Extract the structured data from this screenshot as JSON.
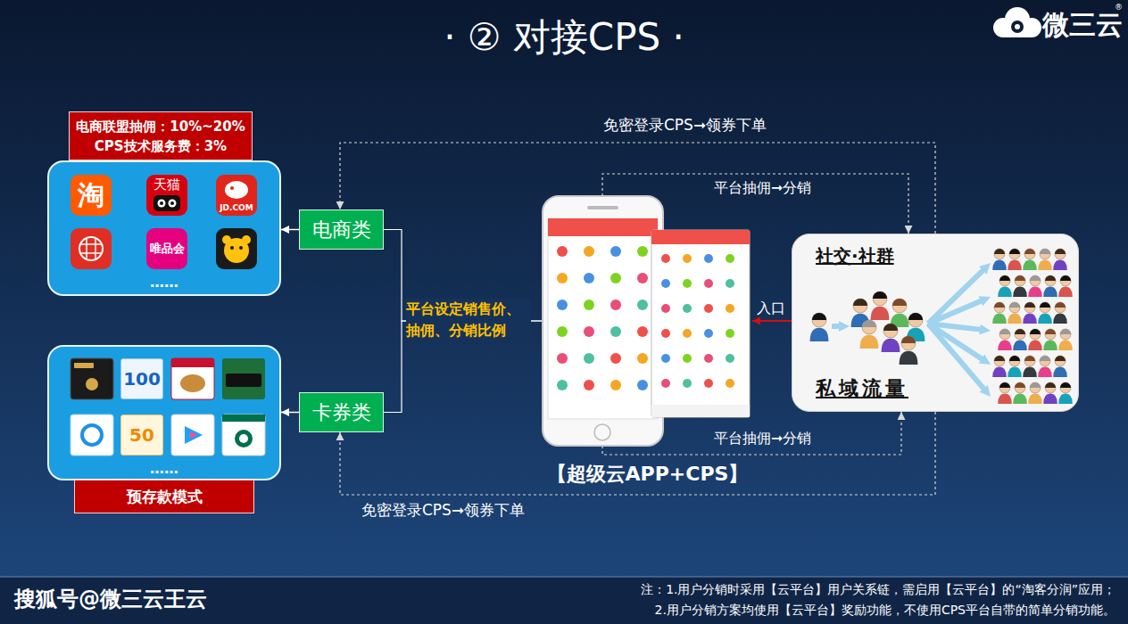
{
  "diagram": {
    "title": "· ② 对接CPS ·",
    "nodes": [
      {
        "text": [
          "电商联盟抽佣：10%~20%",
          "CPS技术服务费：3%"
        ]
      },
      {
        "text": [
          "……"
        ]
      },
      {
        "text": [
          "淘"
        ],
        "in": 1
      },
      {
        "text": [
          "天猫"
        ],
        "in": 1
      },
      {
        "text": [
          "JD.COM"
        ],
        "in": 1
      },
      {
        "text": [
          "唯品会"
        ],
        "in": 1
      },
      {
        "text": [
          "……"
        ]
      },
      {
        "text": [
          "100"
        ],
        "in": 6
      },
      {
        "text": [
          "50"
        ],
        "in": 6
      },
      {
        "text": [
          "预存款模式"
        ]
      },
      {
        "text": [
          "电商类"
        ]
      },
      {
        "text": [
          "卡券类"
        ]
      },
      {
        "text": [
          "【超级云APP+CPS】"
        ]
      },
      {
        "text": [
          "社交·社群",
          "私域流量"
        ]
      }
    ],
    "edges": [
      {
        "from": 10,
        "to": 1,
        "arrow": "to"
      },
      {
        "from": 11,
        "to": 6,
        "arrow": "to"
      },
      {
        "from": 12,
        "to": 10,
        "arrow": "none",
        "label": "平台设定销售价、抽佣、分销比例"
      },
      {
        "from": 12,
        "to": 11,
        "arrow": "none"
      },
      {
        "from": 13,
        "to": 12,
        "arrow": "to",
        "label": "入口"
      },
      {
        "from": 12,
        "to": 13,
        "arrow": "to",
        "label": "平台抽佣➞分销"
      },
      {
        "from": 12,
        "to": 13,
        "arrow": "to",
        "label": "平台抽佣➞分销"
      },
      {
        "from": 13,
        "to": 10,
        "arrow": "to",
        "label": "免密登录CPS➞领券下单"
      },
      {
        "from": 13,
        "to": 11,
        "arrow": "to",
        "label": "免密登录CPS➞领券下单"
      }
    ],
    "labels": [
      "微三云",
      "®",
      "搜狐号@微三云王云",
      "注：1.用户分销时采用【云平台】用户关系链，需启用【云平台】的“淘客分润”应用；",
      "2.用户分销方案均使用【云平台】奖励功能，不使用CPS平台自带的简单分销功能。"
    ]
  }
}
